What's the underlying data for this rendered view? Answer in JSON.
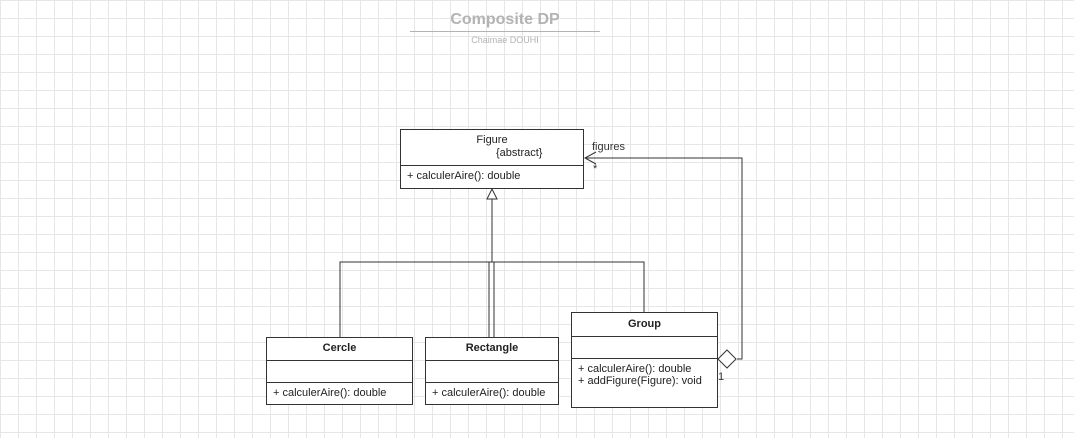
{
  "diagram": {
    "title": "Composite DP",
    "subtitle": "Chaimae DOUHI"
  },
  "classes": {
    "figure": {
      "name": "Figure",
      "stereotype": "{abstract}",
      "operations": [
        "+ calculerAire(): double"
      ]
    },
    "cercle": {
      "name": "Cercle",
      "operations": [
        "+ calculerAire(): double"
      ]
    },
    "rectangle": {
      "name": "Rectangle",
      "operations": [
        "+ calculerAire(): double"
      ]
    },
    "group": {
      "name": "Group",
      "operations": [
        "+ calculerAire(): double",
        "+ addFigure(Figure): void"
      ]
    }
  },
  "relations": {
    "aggregation": {
      "role": "figures",
      "target_multiplicity": "*",
      "source_multiplicity": "1"
    }
  },
  "colors": {
    "line": "#333333",
    "grid": "#e6e6e6",
    "title": "#b3b3b3"
  }
}
